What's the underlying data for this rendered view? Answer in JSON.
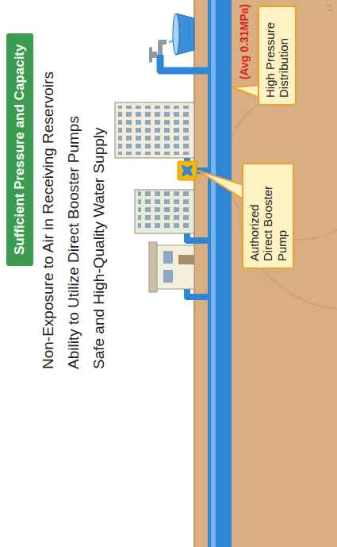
{
  "diagram": {
    "title": "Sufficient Pressure and Capacity",
    "nodes": [
      {
        "text": [
          "Authorized Direct Booster Pump"
        ]
      },
      {
        "text": [
          "High Pressure Distribution"
        ]
      }
    ],
    "labels": [
      "Non-Exposure to Air in Receiving Reservoirs",
      "Ability to Utilize Direct Booster Pumps",
      "Safe and High-Quality Water Supply",
      "(Avg 0.31MPa)",
      "14"
    ]
  }
}
